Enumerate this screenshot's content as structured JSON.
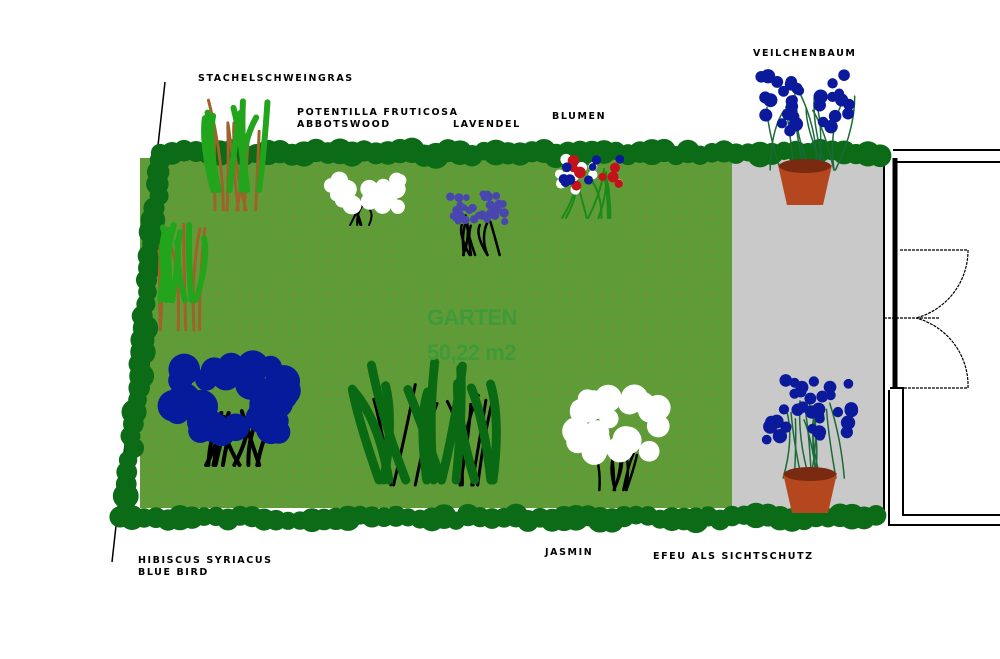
{
  "garden": {
    "title": "GARTEN",
    "area": "50,22 m2"
  },
  "labels": {
    "stachelschweingras": "STACHELSCHWEINGRAS",
    "potentilla_1": "POTENTILLA FRUTICOSA",
    "potentilla_2": "ABBOTSWOOD",
    "lavendel": "LAVENDEL",
    "blumen": "BLUMEN",
    "veilchenbaum": "VEILCHENBAUM",
    "hibiscus_1": "HIBISCUS SYRIACUS",
    "hibiscus_2": "BLUE BIRD",
    "jasmin": "JASMIN",
    "efeu": "EFEU ALS SICHTSCHUTZ"
  },
  "colors": {
    "lawn": "#619b38",
    "hedge": "#0b6b16",
    "patio": "#c9c9c9",
    "blue_flower": "#0a1a9a",
    "lavender": "#4a46b0",
    "pot": "#b5471e",
    "red_flower": "#c4121a"
  }
}
